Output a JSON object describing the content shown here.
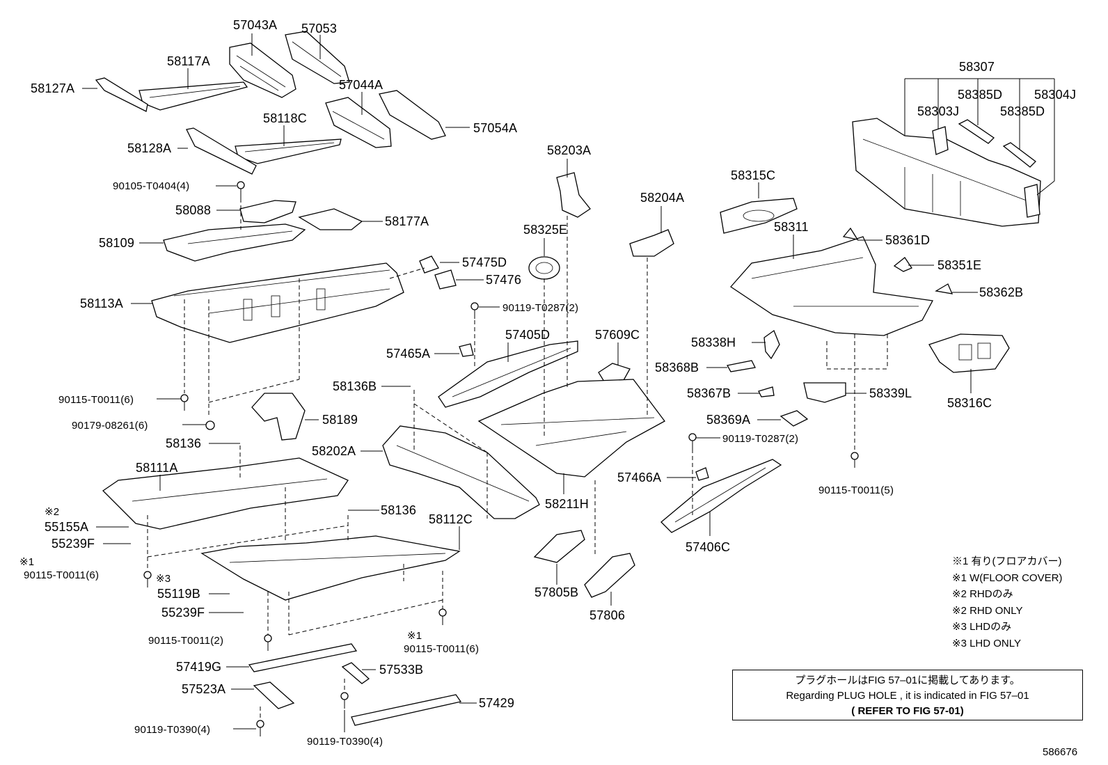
{
  "diagram": {
    "parts": {
      "p57043A": "57043A",
      "p57053": "57053",
      "p58117A": "58117A",
      "p58127A": "58127A",
      "p57044A": "57044A",
      "p58118C": "58118C",
      "p57054A": "57054A",
      "p58128A": "58128A",
      "p90105T0404": "90105-T0404(4)",
      "p58088": "58088",
      "p58177A": "58177A",
      "p58109": "58109",
      "p57475D": "57475D",
      "p57476": "57476",
      "p58113A": "58113A",
      "p58203A": "58203A",
      "p58325E": "58325E",
      "p90119T0287a": "90119-T0287(2)",
      "p57465A": "57465A",
      "p57405D": "57405D",
      "p57609C": "57609C",
      "p58204A": "58204A",
      "p58315C": "58315C",
      "p58311": "58311",
      "p58307": "58307",
      "p58385Da": "58385D",
      "p58304J": "58304J",
      "p58303J": "58303J",
      "p58385Db": "58385D",
      "p58361D": "58361D",
      "p58351E": "58351E",
      "p58362B": "58362B",
      "p58338H": "58338H",
      "p58368B": "58368B",
      "p58367B": "58367B",
      "p58339L": "58339L",
      "p58316C": "58316C",
      "p58369A": "58369A",
      "p90119T0287b": "90119-T0287(2)",
      "p90115T0011_5": "90115-T0011(5)",
      "p57466A": "57466A",
      "p57406C": "57406C",
      "p90115T0011_6a": "90115-T0011(6)",
      "p90179": "90179-08261(6)",
      "p58189": "58189",
      "p58136a": "58136",
      "p58136B": "58136B",
      "p58202A": "58202A",
      "p58211H": "58211H",
      "p58111A": "58111A",
      "p55155A": "55155A",
      "p55239Fa": "55239F",
      "p58136b": "58136",
      "p58112C": "58112C",
      "p90115T0011_6b": "90115-T0011(6)",
      "p55119B": "55119B",
      "p55239Fb": "55239F",
      "p57805B": "57805B",
      "p57806": "57806",
      "p90115T0011_2": "90115-T0011(2)",
      "p90115T0011_6c": "90115-T0011(6)",
      "p57419G": "57419G",
      "p57533B": "57533B",
      "p57523A": "57523A",
      "p57429": "57429",
      "p90119T0390a": "90119-T0390(4)",
      "p90119T0390b": "90119-T0390(4)"
    },
    "marks": {
      "m2": "※2",
      "m1a": "※1",
      "m3": "※3",
      "m1b": "※1"
    },
    "notes": [
      "※1 有り(フロアカバー)",
      "※1 W(FLOOR COVER)",
      "※2 RHDのみ",
      "※2 RHD ONLY",
      "※3 LHDのみ",
      "※3 LHD ONLY"
    ],
    "note_box": {
      "line1": "プラグホールはFIG 57–01に掲載してあります。",
      "line2": "Regarding  PLUG  HOLE , it is indicated in  FIG  57–01",
      "line3": "( REFER  TO  FIG  57-01)"
    },
    "figure_number": "586676"
  }
}
